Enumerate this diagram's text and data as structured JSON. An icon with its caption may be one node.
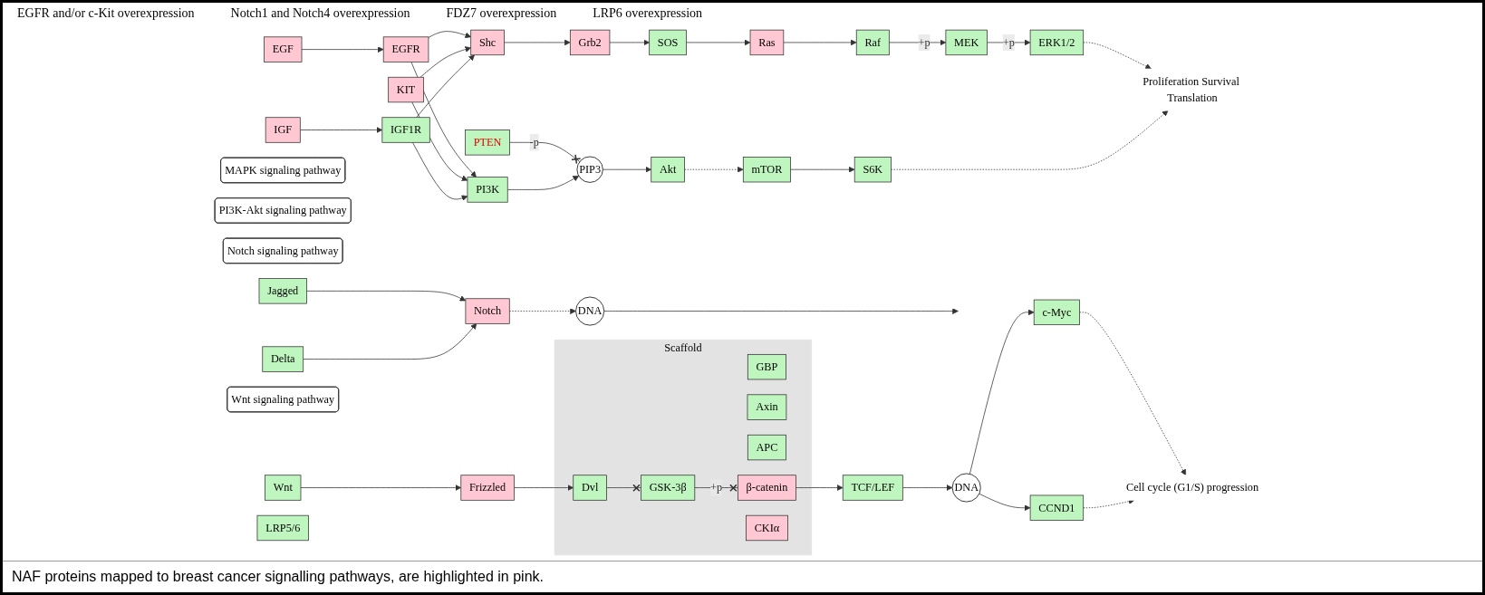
{
  "diagram": {
    "caption": "NAF proteins mapped to breast cancer signalling pathways, are highlighted in pink.",
    "nodes": [
      {
        "text": [
          "EGF"
        ]
      },
      {
        "text": [
          "EGFR"
        ]
      },
      {
        "text": [
          "KIT"
        ]
      },
      {
        "text": [
          "IGF"
        ]
      },
      {
        "text": [
          "IGF1R"
        ]
      },
      {
        "text": [
          "Shc"
        ]
      },
      {
        "text": [
          "Grb2"
        ]
      },
      {
        "text": [
          "SOS"
        ]
      },
      {
        "text": [
          "Ras"
        ]
      },
      {
        "text": [
          "Raf"
        ]
      },
      {
        "text": [
          "MEK"
        ]
      },
      {
        "text": [
          "ERK1/2"
        ]
      },
      {
        "text": [
          "PTEN"
        ]
      },
      {
        "text": [
          "PI3K"
        ]
      },
      {
        "text": [
          "PIP3"
        ]
      },
      {
        "text": [
          "Akt"
        ]
      },
      {
        "text": [
          "mTOR"
        ]
      },
      {
        "text": [
          "S6K"
        ]
      },
      {
        "text": [
          "MAPK signaling pathway"
        ]
      },
      {
        "text": [
          "PI3K-Akt signaling pathway"
        ]
      },
      {
        "text": [
          "Proliferation Survival Translation"
        ]
      },
      {
        "text": [
          "Notch signaling pathway"
        ]
      },
      {
        "text": [
          "Jagged"
        ]
      },
      {
        "text": [
          "Delta"
        ]
      },
      {
        "text": [
          "Notch"
        ]
      },
      {
        "text": [
          "DNA"
        ]
      },
      {
        "text": [
          "Wnt signaling pathway"
        ]
      },
      {
        "text": [
          "Wnt"
        ]
      },
      {
        "text": [
          "Frizzled"
        ]
      },
      {
        "text": [
          "LRP5/6"
        ]
      },
      {
        "text": [
          "Scaffold"
        ]
      },
      {
        "text": [
          "Dvl"
        ],
        "in": 30
      },
      {
        "text": [
          "GBP"
        ],
        "in": 30
      },
      {
        "text": [
          "GSK-3β"
        ],
        "in": 30
      },
      {
        "text": [
          "Axin"
        ],
        "in": 30
      },
      {
        "text": [
          "APC"
        ],
        "in": 30
      },
      {
        "text": [
          "β-catenin"
        ],
        "in": 30
      },
      {
        "text": [
          "CKIα"
        ],
        "in": 30
      },
      {
        "text": [
          "TCF/LEF"
        ]
      },
      {
        "text": [
          "DNA"
        ]
      },
      {
        "text": [
          "c-Myc"
        ]
      },
      {
        "text": [
          "CCND1"
        ]
      },
      {
        "text": [
          "Cell cycle (G1/S) progression"
        ]
      }
    ],
    "edges": [
      {
        "from": 0,
        "to": 1,
        "arrow": "to"
      },
      {
        "from": 3,
        "to": 4,
        "arrow": "to"
      },
      {
        "from": 1,
        "to": 5,
        "arrow": "to"
      },
      {
        "from": 2,
        "to": 5,
        "arrow": "to"
      },
      {
        "from": 4,
        "to": 5,
        "arrow": "to"
      },
      {
        "from": 1,
        "to": 13,
        "arrow": "to"
      },
      {
        "from": 2,
        "to": 13,
        "arrow": "to"
      },
      {
        "from": 4,
        "to": 13,
        "arrow": "to"
      },
      {
        "from": 5,
        "to": 6,
        "arrow": "to"
      },
      {
        "from": 6,
        "to": 7,
        "arrow": "to"
      },
      {
        "from": 7,
        "to": 8,
        "arrow": "to"
      },
      {
        "from": 8,
        "to": 9,
        "arrow": "to"
      },
      {
        "from": 9,
        "to": 10,
        "arrow": "to",
        "label": "+p"
      },
      {
        "from": 10,
        "to": 11,
        "arrow": "to",
        "label": "+p"
      },
      {
        "from": 12,
        "to": 14,
        "arrow": "other",
        "label": "-p"
      },
      {
        "from": 13,
        "to": 14,
        "arrow": "to"
      },
      {
        "from": 14,
        "to": 15,
        "arrow": "to"
      },
      {
        "from": 15,
        "to": 16,
        "arrow": "to",
        "style": "dashed"
      },
      {
        "from": 16,
        "to": 17,
        "arrow": "to"
      },
      {
        "from": 11,
        "to": 20,
        "arrow": "to",
        "style": "dashed"
      },
      {
        "from": 17,
        "to": 20,
        "arrow": "to",
        "style": "dashed"
      },
      {
        "from": 22,
        "to": 24,
        "arrow": "to"
      },
      {
        "from": 23,
        "to": 24,
        "arrow": "to"
      },
      {
        "from": 24,
        "to": 25,
        "arrow": "to",
        "style": "dashed"
      },
      {
        "from": 25,
        "to": null,
        "arrow": "to"
      },
      {
        "from": 27,
        "to": 28,
        "arrow": "to"
      },
      {
        "from": 28,
        "to": 31,
        "arrow": "to"
      },
      {
        "from": 31,
        "to": 33,
        "arrow": "other"
      },
      {
        "from": 33,
        "to": 36,
        "arrow": "other",
        "label": "+p"
      },
      {
        "from": 36,
        "to": 38,
        "arrow": "to"
      },
      {
        "from": 38,
        "to": 39,
        "arrow": "to"
      },
      {
        "from": 39,
        "to": 40,
        "arrow": "to"
      },
      {
        "from": 39,
        "to": 41,
        "arrow": "to"
      },
      {
        "from": 40,
        "to": 42,
        "arrow": "to",
        "style": "dashed"
      },
      {
        "from": 41,
        "to": 42,
        "arrow": "to",
        "style": "dashed"
      }
    ],
    "labels": [
      "EGFR and/or c-Kit overexpression",
      "Notch1 and Notch4 overexpression",
      "FDZ7 overexpression",
      "LRP6 overexpression"
    ]
  }
}
